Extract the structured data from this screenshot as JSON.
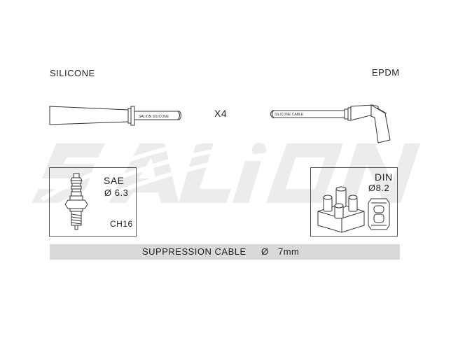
{
  "labels": {
    "left_material": "SILICONE",
    "right_material": "EPDM",
    "quantity": "X4",
    "sae": "SAE",
    "sae_diameter": "Ø 6.3",
    "hex_size": "CH16",
    "din": "DIN",
    "din_diameter": "Ø8.2"
  },
  "cable_band": {
    "text": "SUPPRESSION CABLE",
    "diameter_symbol": "Ø",
    "size": "7mm"
  },
  "cable_prints": {
    "left": "SALION   SILICONE",
    "right": "SILICONE CABLE"
  },
  "watermark": "SALION",
  "colors": {
    "line": "#333333",
    "band": "#d9d9d9",
    "watermark": "#e9e9e9"
  }
}
